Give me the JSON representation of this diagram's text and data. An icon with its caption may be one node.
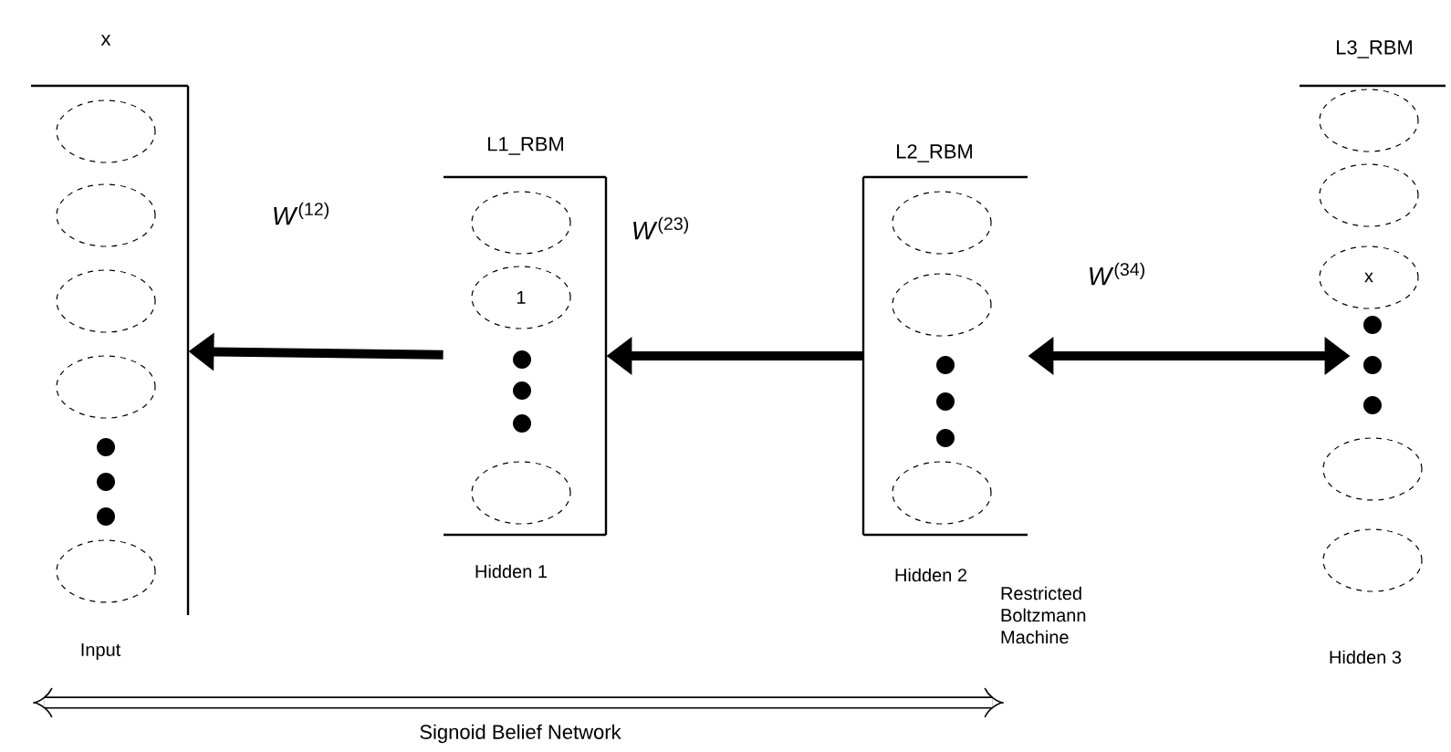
{
  "diagram": {
    "nodes": [
      {
        "text": [
          "x"
        ],
        "beside": [
          "Input"
        ]
      },
      {
        "text": [],
        "shape": "circle",
        "in": 0
      },
      {
        "text": [],
        "shape": "circle",
        "in": 0
      },
      {
        "text": [],
        "shape": "circle",
        "in": 0
      },
      {
        "text": [],
        "shape": "circle",
        "in": 0
      },
      {
        "text": [],
        "shape": "circle",
        "in": 0
      },
      {
        "text": [
          "L1_RBM"
        ],
        "beside": [
          "Hidden 1"
        ]
      },
      {
        "text": [],
        "shape": "circle",
        "in": 6
      },
      {
        "text": [
          "1"
        ],
        "in": 6
      },
      {
        "text": [],
        "shape": "circle",
        "in": 6
      },
      {
        "text": [
          "L2_RBM"
        ],
        "beside": [
          "Hidden 2"
        ]
      },
      {
        "text": [],
        "shape": "circle",
        "in": 10
      },
      {
        "text": [],
        "shape": "circle",
        "in": 10
      },
      {
        "text": [],
        "shape": "circle",
        "in": 10
      },
      {
        "text": [
          "L3_RBM"
        ]
      },
      {
        "text": [],
        "shape": "circle",
        "in": 14
      },
      {
        "text": [],
        "shape": "circle",
        "in": 14
      },
      {
        "text": [
          "x"
        ],
        "in": 14
      },
      {
        "text": [],
        "shape": "circle"
      },
      {
        "text": [],
        "shape": "circle"
      }
    ],
    "edges": [
      {
        "from": 6,
        "to": 0,
        "arrow": "to",
        "label": "*W*$^{(12)}$"
      },
      {
        "from": 10,
        "to": 6,
        "arrow": "to",
        "label": "*W*$^{(23)}$"
      },
      {
        "from": 10,
        "to": 14,
        "arrow": "both",
        "label": "*W*$^{(34)}$"
      }
    ],
    "labels": [
      "Restricted Boltzmann Machine",
      "Hidden 3",
      "Signoid Belief Network"
    ]
  }
}
